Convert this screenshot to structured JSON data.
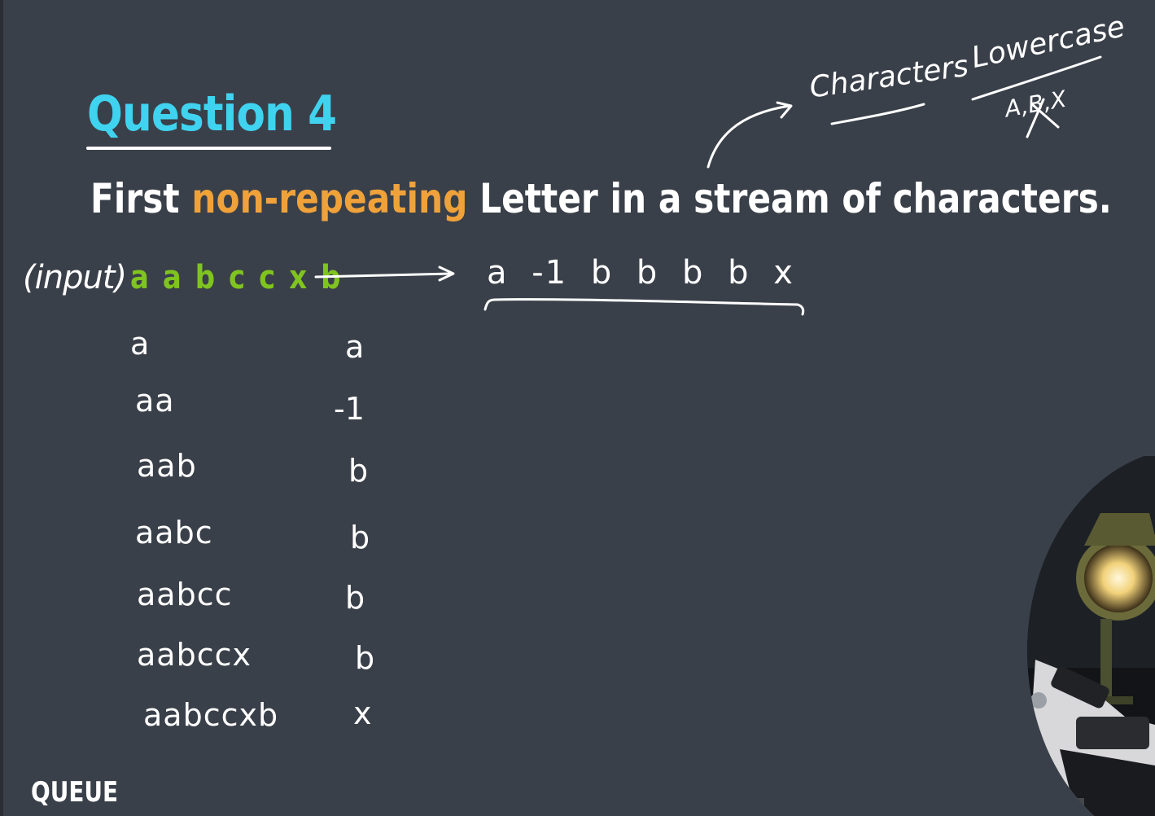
{
  "slide": {
    "title": "Question 4",
    "subtitle_prefix": "First ",
    "subtitle_highlight": "non-repeating",
    "subtitle_suffix": " Letter in a stream of characters.",
    "topic_label": "QUEUE"
  },
  "annotations": {
    "characters": "Characters",
    "lowercase": "Lowercase",
    "letters": "A,B,X"
  },
  "stream": {
    "input_label": "(input)",
    "input_sequence": "a a b c c x b",
    "output_sequence": "a -1 b b b b x"
  },
  "steps": [
    {
      "prefix": "a",
      "answer": "a"
    },
    {
      "prefix": "aa",
      "answer": "-1"
    },
    {
      "prefix": "aab",
      "answer": "b"
    },
    {
      "prefix": "aabc",
      "answer": "b"
    },
    {
      "prefix": "aabcc",
      "answer": "b"
    },
    {
      "prefix": "aabccx",
      "answer": "b"
    },
    {
      "prefix": "aabccxb",
      "answer": "x"
    }
  ],
  "colors": {
    "background": "#3a4049",
    "title": "#3fd3f0",
    "highlight": "#f0a23a",
    "input_sequence": "#7fc41f",
    "text": "#ffffff"
  }
}
